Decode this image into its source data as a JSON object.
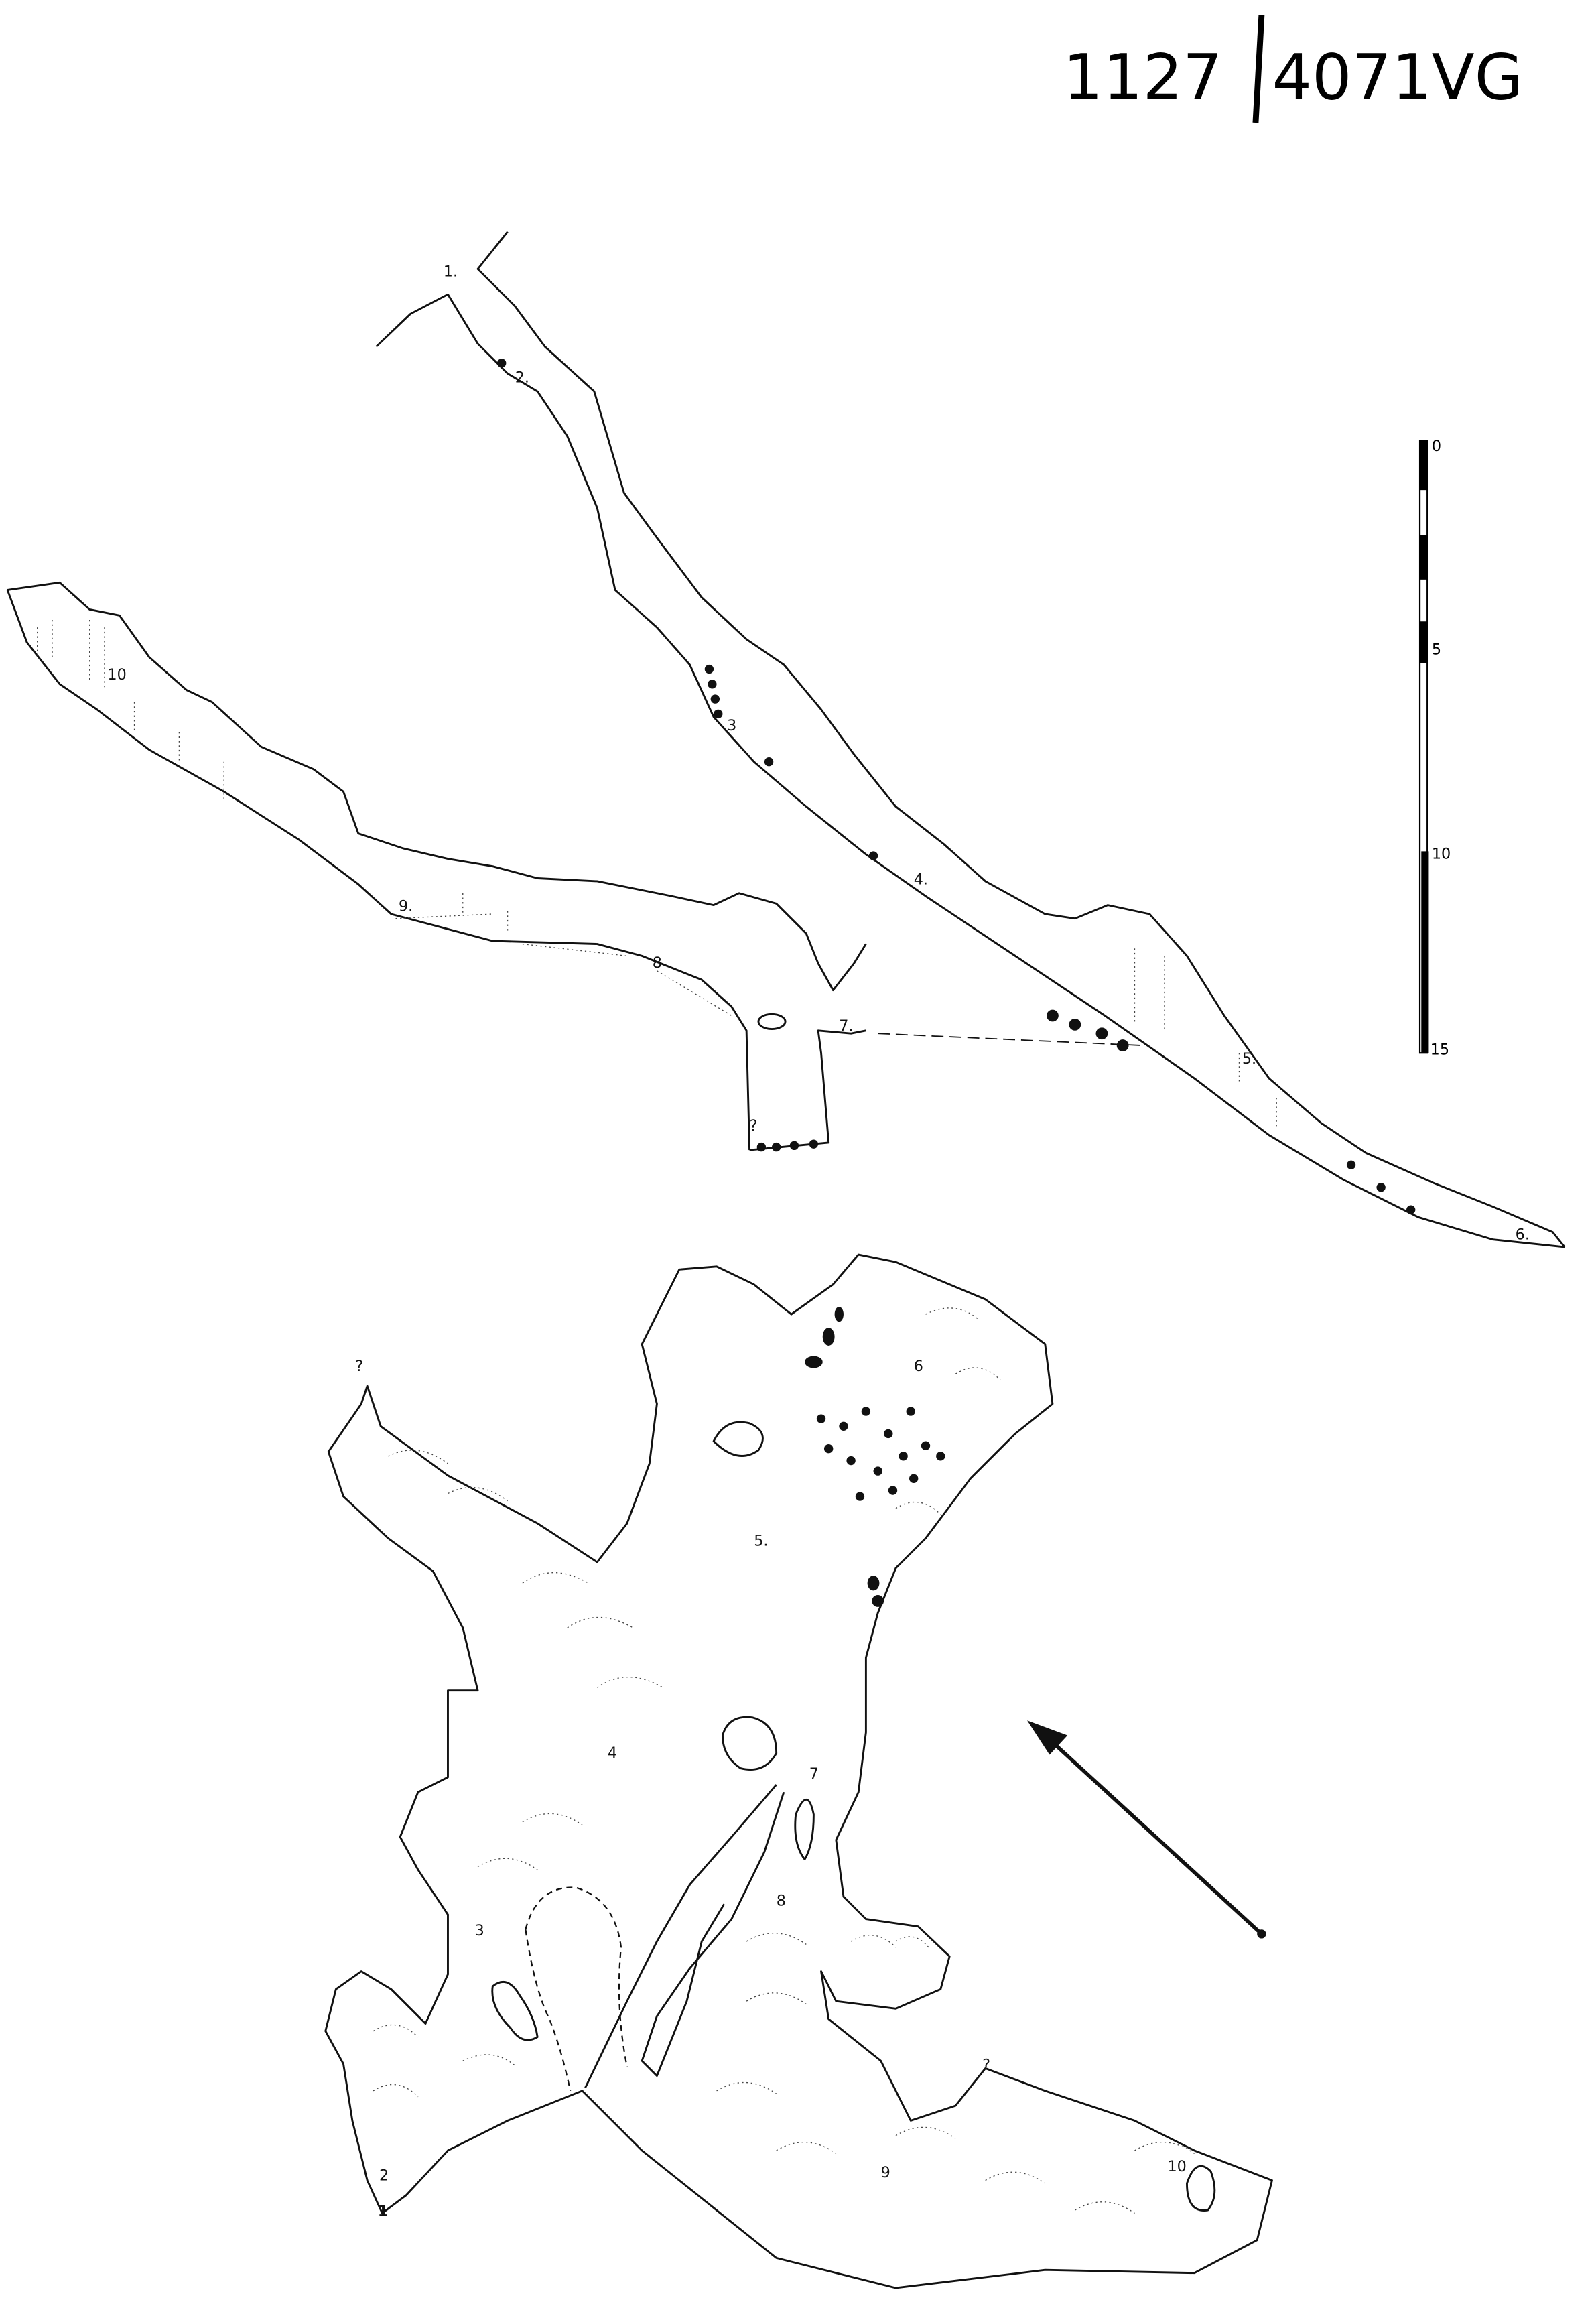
{
  "title": {
    "left": "1127",
    "right": "4071VG"
  },
  "scale_bar": {
    "ticks": [
      "0",
      "5",
      "10",
      "15"
    ]
  },
  "profile": {
    "stations": [
      "1.",
      "2.",
      "3",
      "4.",
      "5.",
      "6.",
      "7.",
      "8",
      "9.",
      "10",
      "?"
    ]
  },
  "plan": {
    "stations": [
      "?",
      "6",
      "5.",
      "4",
      "7",
      "8",
      "3",
      "?",
      "2",
      "1",
      "9",
      "10"
    ]
  },
  "colors": {
    "ink": "#111111",
    "paper": "#ffffff"
  }
}
